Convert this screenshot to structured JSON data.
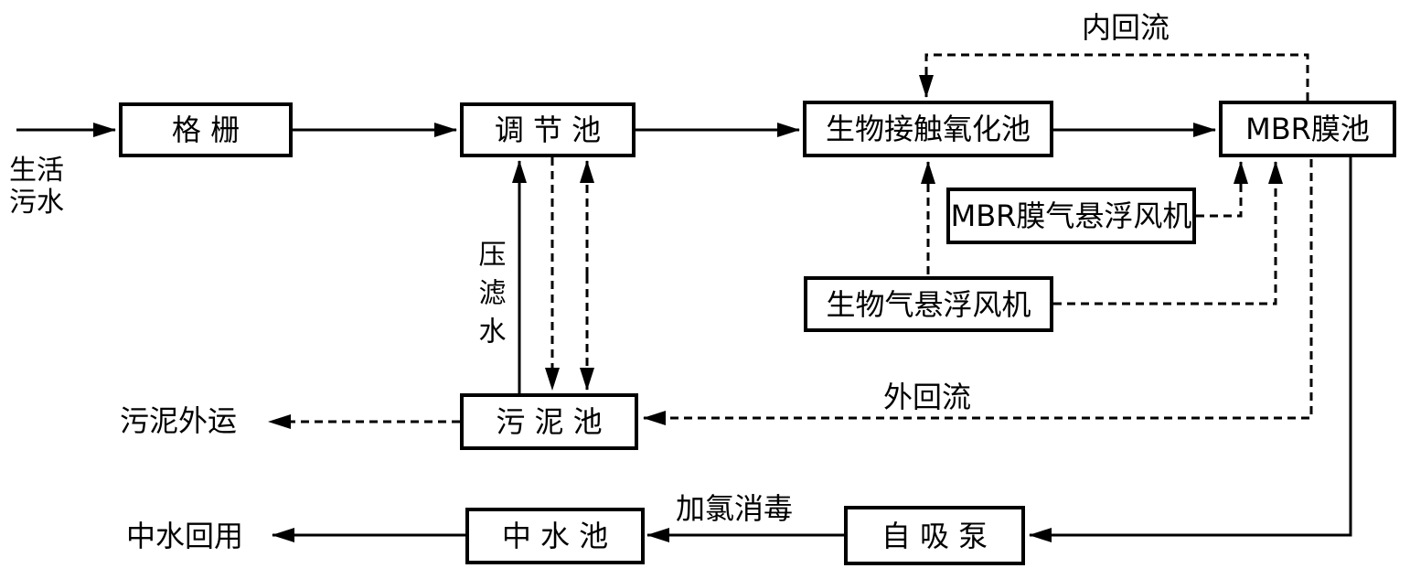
{
  "colors": {
    "background": "#ffffff",
    "line": "#000000"
  },
  "nodes": {
    "screen": "格 栅",
    "regulating_tank": "调 节 池",
    "bio_contact_tank": "生物接触氧化池",
    "mbr_tank": "MBR膜池",
    "mbr_blower": "MBR膜气悬浮风机",
    "bio_blower": "生物气悬浮风机",
    "sludge_tank": "污 泥 池",
    "reclaimed_tank": "中 水 池",
    "self_priming_pump": "自 吸 泵"
  },
  "labels": {
    "influent_line1": "生活",
    "influent_line2": "污水",
    "inner_reflux": "内回流",
    "outer_reflux": "外回流",
    "press_filtrate": "压滤水",
    "sludge_out": "污泥外运",
    "reclaimed_reuse": "中水回用",
    "chlorination": "加氯消毒"
  }
}
